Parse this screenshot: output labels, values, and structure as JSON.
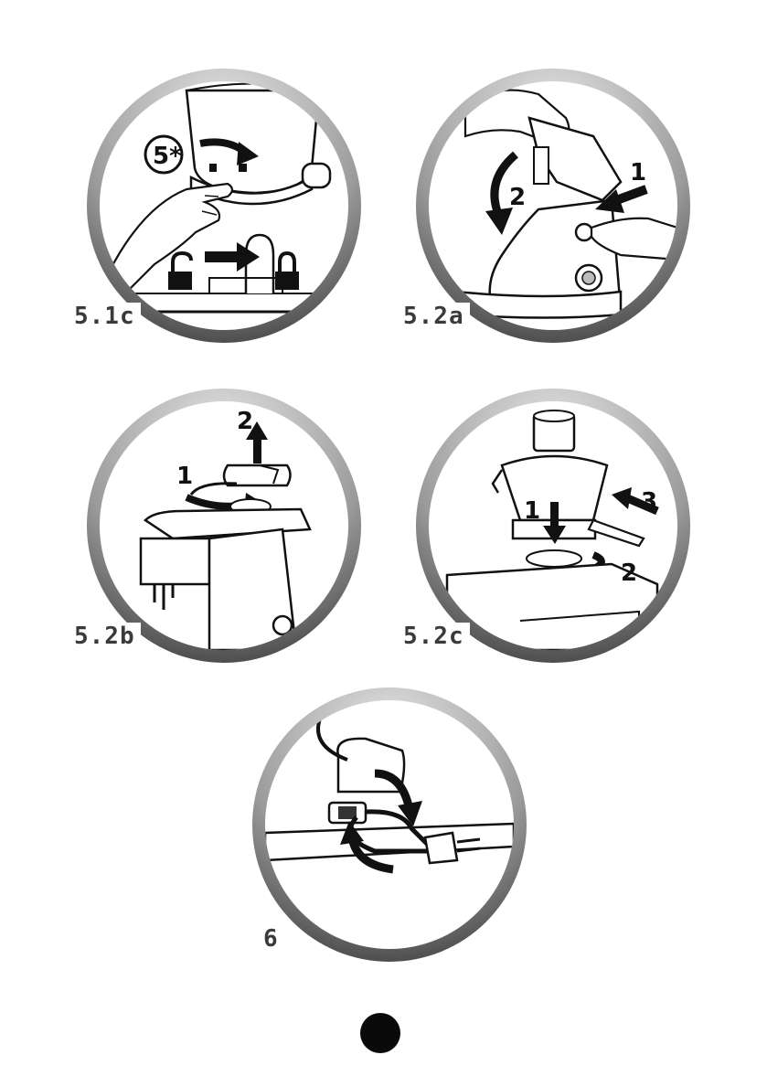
{
  "figures": [
    {
      "label": "5.1c",
      "badge": "5*",
      "steps": []
    },
    {
      "label": "5.2a",
      "steps": [
        "1",
        "2"
      ]
    },
    {
      "label": "5.2b",
      "steps": [
        "1",
        "2"
      ]
    },
    {
      "label": "5.2c",
      "steps": [
        "1",
        "2",
        "3"
      ]
    },
    {
      "label": "6",
      "steps": []
    }
  ],
  "colors": {
    "ink": "#111111",
    "ring_dark": "#2a2a2a",
    "ring_light": "#e6e6e6"
  }
}
